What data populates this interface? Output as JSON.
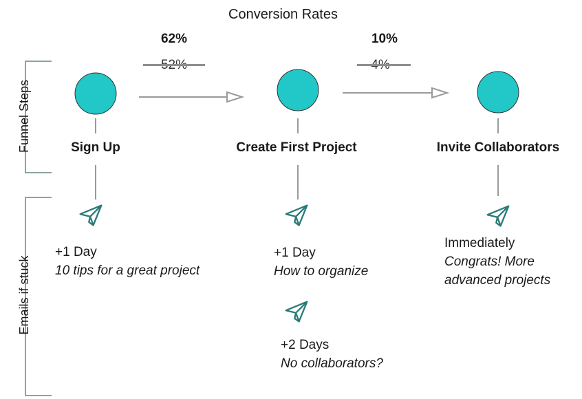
{
  "title": "Conversion Rates",
  "side_labels": {
    "funnel": "Funnel Steps",
    "emails": "Emails if stuck"
  },
  "conversions": [
    {
      "new_rate": "62%",
      "old_rate": "52%"
    },
    {
      "new_rate": "10%",
      "old_rate": "4%"
    }
  ],
  "steps": [
    {
      "label": "Sign Up"
    },
    {
      "label": "Create First Project"
    },
    {
      "label": "Invite Collaborators"
    }
  ],
  "emails": [
    {
      "timing": "+1 Day",
      "subject": "10 tips for a great project"
    },
    {
      "timing": "+1 Day",
      "subject": "How to organize"
    },
    {
      "timing": "+2 Days",
      "subject": "No collaborators?"
    },
    {
      "timing": "Immediately",
      "subject_line1": "Congrats! More",
      "subject_line2": "advanced projects"
    }
  ],
  "colors": {
    "node_fill": "#22c7c7",
    "icon": "#2a7b78",
    "line": "#9a9a9a",
    "bracket": "#8ea39f"
  },
  "icon_names": [
    "paper-plane-icon"
  ]
}
